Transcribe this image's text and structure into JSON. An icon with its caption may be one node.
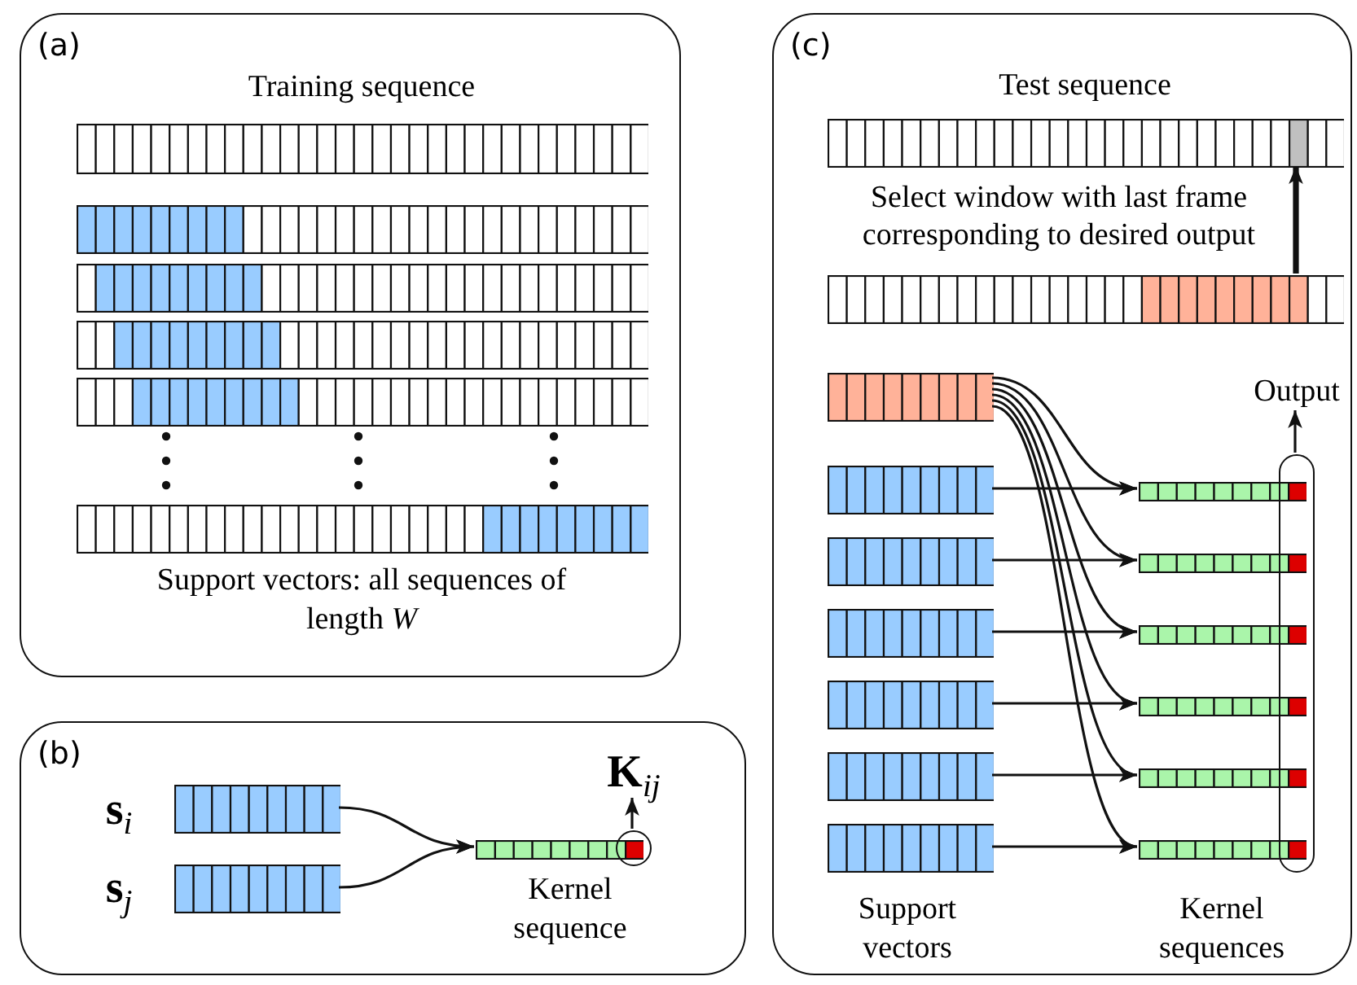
{
  "diagram": {
    "nodes": [
      {
        "text": [
          "(a)"
        ]
      },
      {
        "text": [],
        "shape": "bar",
        "in": 0
      },
      {
        "text": [],
        "shape": "bar",
        "in": 0
      },
      {
        "text": [],
        "shape": "bar",
        "in": 0
      },
      {
        "text": [],
        "shape": "bar",
        "in": 0
      },
      {
        "text": [],
        "shape": "bar",
        "in": 0
      },
      {
        "text": [],
        "shape": "bar",
        "in": 0
      },
      {
        "text": [
          "(b)"
        ]
      },
      {
        "text": [],
        "shape": "bar",
        "in": 7
      },
      {
        "text": [],
        "shape": "bar",
        "in": 7
      },
      {
        "text": [],
        "shape": "bar",
        "in": 7
      },
      {
        "text": [],
        "shape": "circle",
        "in": 7
      },
      {
        "text": [
          "**K**$_{ij}$"
        ],
        "in": 7
      },
      {
        "text": [
          "(c)"
        ]
      },
      {
        "text": [],
        "shape": "bar",
        "in": 13
      },
      {
        "text": [],
        "shape": "bar",
        "in": 13
      },
      {
        "text": [],
        "shape": "bar",
        "in": 13
      },
      {
        "text": [],
        "shape": "bar",
        "in": 13
      },
      {
        "text": [],
        "shape": "bar",
        "in": 13
      },
      {
        "text": [],
        "shape": "bar",
        "in": 13
      },
      {
        "text": [],
        "shape": "bar",
        "in": 13
      },
      {
        "text": [],
        "shape": "bar",
        "in": 13
      },
      {
        "text": [],
        "shape": "bar",
        "in": 13
      },
      {
        "text": [],
        "shape": "bar",
        "in": 13
      },
      {
        "text": [],
        "shape": "bar",
        "in": 13
      },
      {
        "text": [],
        "shape": "bar",
        "in": 13
      },
      {
        "text": [],
        "shape": "bar",
        "in": 13
      },
      {
        "text": [],
        "shape": "bar",
        "in": 13
      },
      {
        "text": [],
        "shape": "bar",
        "in": 13
      },
      {
        "text": [],
        "shape": "oval",
        "in": 13
      },
      {
        "text": [
          "Output"
        ],
        "in": 13
      }
    ],
    "edges": [
      {
        "from": 8,
        "to": 10,
        "arrow": "to"
      },
      {
        "from": 9,
        "to": 10,
        "arrow": "to"
      },
      {
        "from": 11,
        "to": 12,
        "arrow": "to"
      },
      {
        "from": 15,
        "to": 14,
        "arrow": "to",
        "label": "Select window with last frame corresponding to desired output",
        "style": "thick"
      },
      {
        "from": 16,
        "to": 23,
        "arrow": "to"
      },
      {
        "from": 16,
        "to": 24,
        "arrow": "to"
      },
      {
        "from": 16,
        "to": 25,
        "arrow": "to"
      },
      {
        "from": 16,
        "to": 26,
        "arrow": "to"
      },
      {
        "from": 16,
        "to": 27,
        "arrow": "to"
      },
      {
        "from": 16,
        "to": 28,
        "arrow": "to"
      },
      {
        "from": 17,
        "to": 23,
        "arrow": "to"
      },
      {
        "from": 18,
        "to": 24,
        "arrow": "to"
      },
      {
        "from": 19,
        "to": 25,
        "arrow": "to"
      },
      {
        "from": 20,
        "to": 26,
        "arrow": "to"
      },
      {
        "from": 21,
        "to": 27,
        "arrow": "to"
      },
      {
        "from": 22,
        "to": 28,
        "arrow": "to"
      },
      {
        "from": 29,
        "to": 30,
        "arrow": "to"
      }
    ],
    "labels": [
      "Training sequence",
      "Support vectors: all sequences of length *W*",
      "**s**$_{i}$",
      "**s**$_{j}$",
      "Kernel sequence",
      "Test sequence",
      "Support vectors",
      "Kernel sequences"
    ]
  }
}
